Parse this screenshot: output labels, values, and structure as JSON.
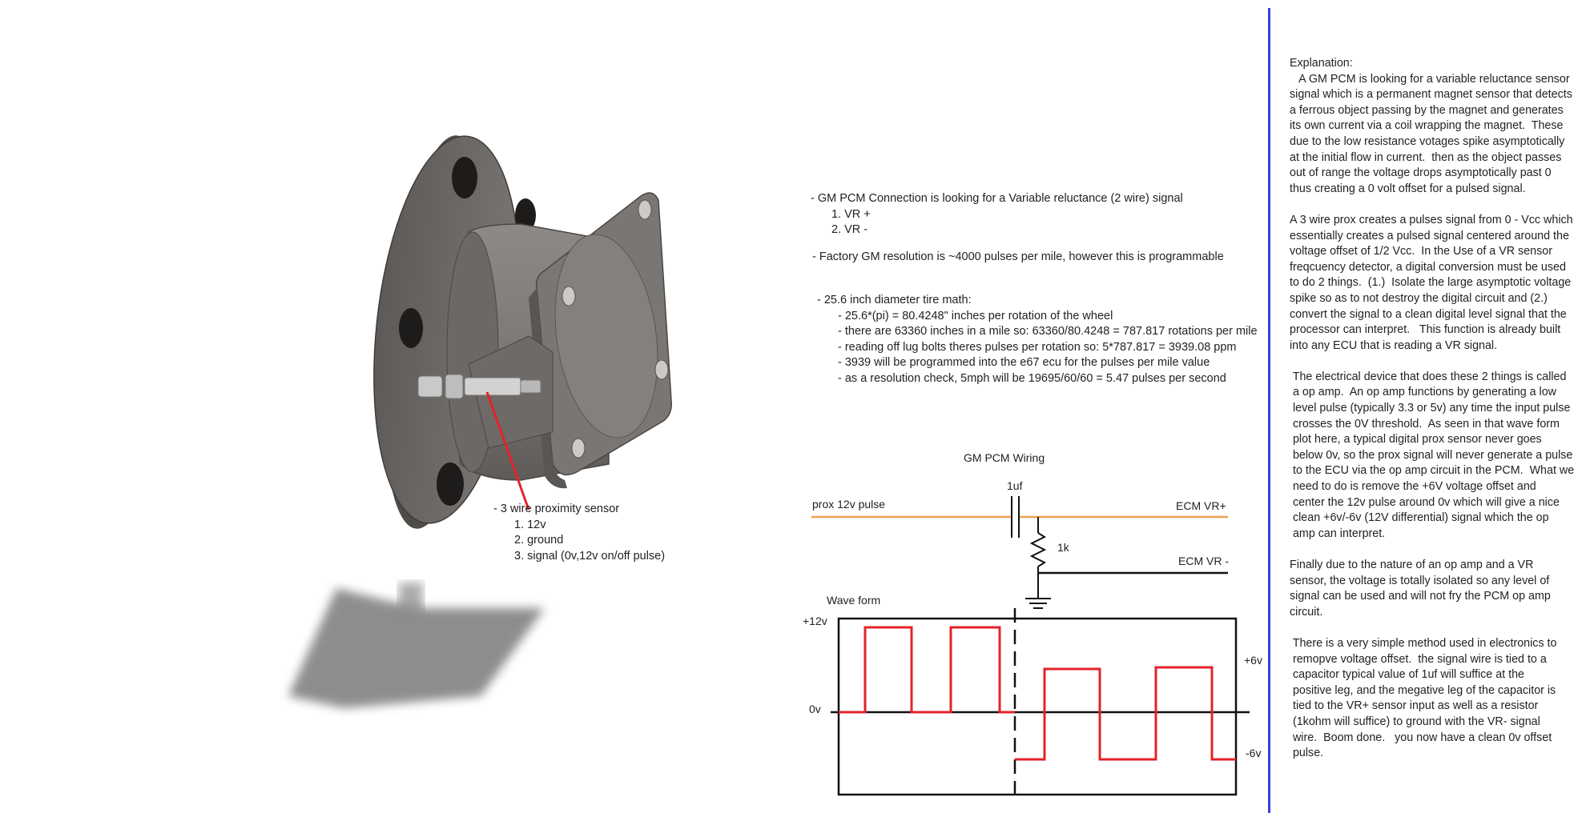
{
  "sensor_callout": {
    "title": "- 3 wire proximity sensor",
    "items": [
      "1. 12v",
      "2. ground",
      "3. signal (0v,12v on/off pulse)"
    ]
  },
  "pcm_connection": {
    "line1": "- GM PCM Connection is looking for a Variable reluctance (2 wire) signal",
    "items": [
      "1.  VR +",
      "2. VR -"
    ],
    "resolution": "- Factory GM resolution is ~4000 pulses per mile, however this is programmable"
  },
  "tire_math": {
    "title": "- 25.6 inch diameter tire math:",
    "lines": [
      "- 25.6*(pi) = 80.4248\" inches per rotation of the wheel",
      "- there are 63360 inches in a mile so: 63360/80.4248 = 787.817 rotations per mile",
      "- reading off lug bolts theres pulses per rotation so: 5*787.817 = 3939.08 ppm",
      "- 3939 will be programmed into the e67 ecu for the pulses per mile value",
      "- as a resolution check, 5mph will be 19695/60/60 = 5.47 pulses per second"
    ]
  },
  "wiring": {
    "title": "GM PCM Wiring",
    "prox": "prox 12v pulse",
    "cap": "1uf",
    "res": "1k",
    "vr_plus": "ECM VR+",
    "vr_minus": "ECM VR -"
  },
  "waveform": {
    "title": "Wave form",
    "left_labels": {
      "top": "+12v",
      "zero": "0v"
    },
    "right_labels": {
      "top": "+6v",
      "bottom": "-6v"
    },
    "colors": {
      "wave": "#e5222a",
      "orange_wire": "#f0a050",
      "divider": "#3b3fd6"
    }
  },
  "explanation": {
    "paragraphs": [
      "Explanation:\n   A GM PCM is looking for a variable reluctance sensor\nsignal which is a permanent magnet sensor that detects\na ferrous object passing by the magnet and generates\nits own current via a coil wrapping the magnet.  These\ndue to the low resistance votages spike asymptotically\nat the initial flow in current.  then as the object passes\nout of range the voltage drops asymptotically past 0\nthus creating a 0 volt offset for a pulsed signal.",
      "A 3 wire prox creates a pulses signal from 0 - Vcc which\nessentially creates a pulsed signal centered around the\nvoltage offset of 1/2 Vcc.  In the Use of a VR sensor\nfreqcuency detector, a digital conversion must be used\nto do 2 things.  (1.)  Isolate the large asymptotic voltage\nspike so as to not destroy the digital circuit and (2.)\nconvert the signal to a clean digital level signal that the\nprocessor can interpret.   This function is already built\ninto any ECU that is reading a VR signal.",
      " The electrical device that does these 2 things is called\n a op amp.  An op amp functions by generating a low\n level pulse (typically 3.3 or 5v) any time the input pulse\n crosses the 0V threshold.  As seen in that wave form\n plot here, a typical digital prox sensor never goes\n below 0v, so the prox signal will never generate a pulse\n to the ECU via the op amp circuit in the PCM.  What we\n need to do is remove the +6V voltage offset and\n center the 12v pulse around 0v which will give a nice\n clean +6v/-6v (12V differential) signal which the op\n amp can interpret.",
      "Finally due to the nature of an op amp and a VR\nsensor, the voltage is totally isolated so any level of\nsignal can be used and will not fry the PCM op amp\ncircuit.",
      " There is a very simple method used in electronics to\n remopve voltage offset.  the signal wire is tied to a\n capacitor typical value of 1uf will suffice at the\n positive leg, and the megative leg of the capacitor is\n tied to the VR+ sensor input as well as a resistor\n (1kohm will suffice) to ground with the VR- signal\n wire.  Boom done.   you now have a clean 0v offset\n pulse."
    ]
  },
  "icons": [
    "sensor-mount-image",
    "ground-symbol-icon",
    "capacitor-icon",
    "resistor-icon"
  ]
}
